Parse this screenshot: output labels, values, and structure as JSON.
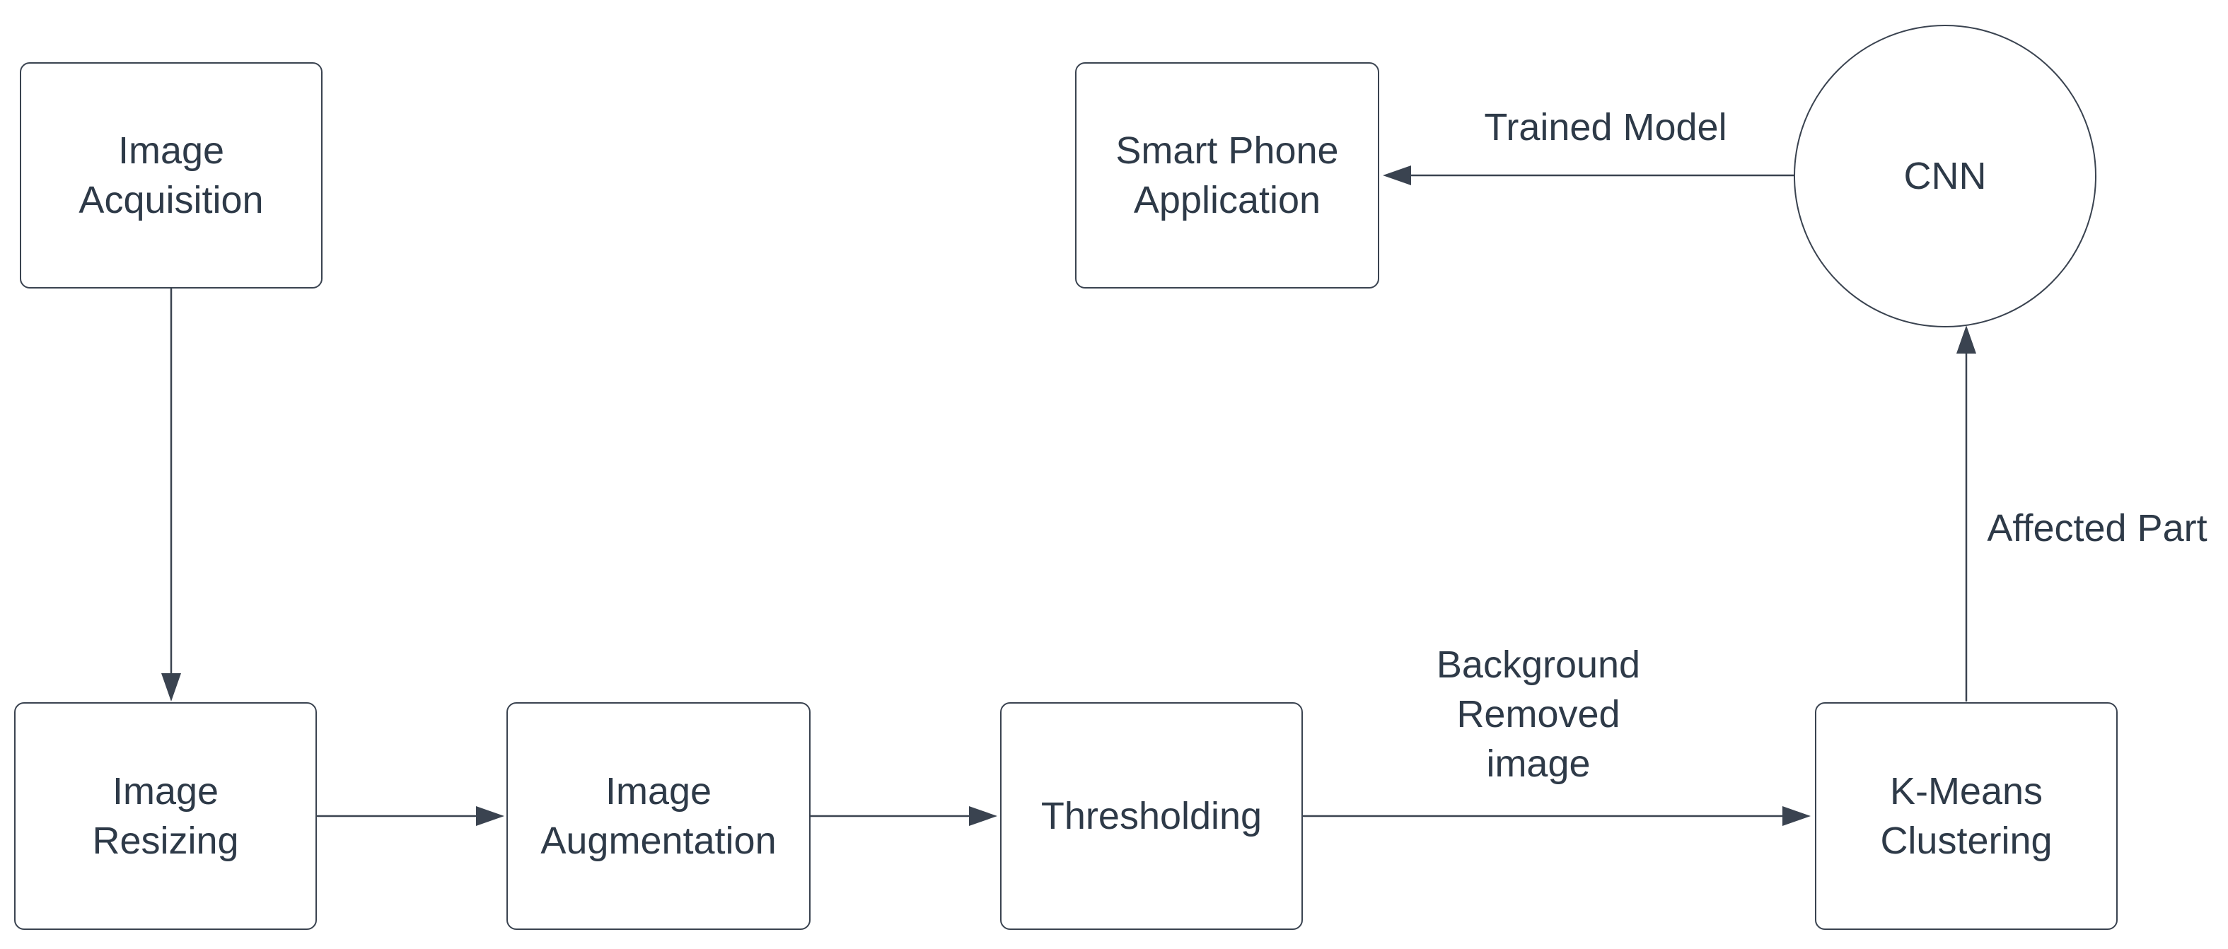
{
  "nodes": {
    "image_acquisition": {
      "lines": [
        "Image",
        "Acquisition"
      ]
    },
    "smart_phone_application": {
      "lines": [
        "Smart Phone",
        "Application"
      ]
    },
    "cnn": {
      "lines": [
        "CNN"
      ]
    },
    "image_resizing": {
      "lines": [
        "Image",
        "Resizing"
      ]
    },
    "image_augmentation": {
      "lines": [
        "Image",
        "Augmentation"
      ]
    },
    "thresholding": {
      "lines": [
        "Thresholding"
      ]
    },
    "kmeans_clustering": {
      "lines": [
        "K-Means",
        "Clustering"
      ]
    }
  },
  "edges": {
    "trained_model": {
      "label": "Trained Model"
    },
    "affected_part": {
      "label": "Affected Part"
    },
    "background_removed": {
      "lines": [
        "Background",
        "Removed",
        "image"
      ]
    }
  },
  "colors": {
    "stroke": "#3a4350",
    "text": "#2e3a48",
    "background": "#ffffff"
  }
}
